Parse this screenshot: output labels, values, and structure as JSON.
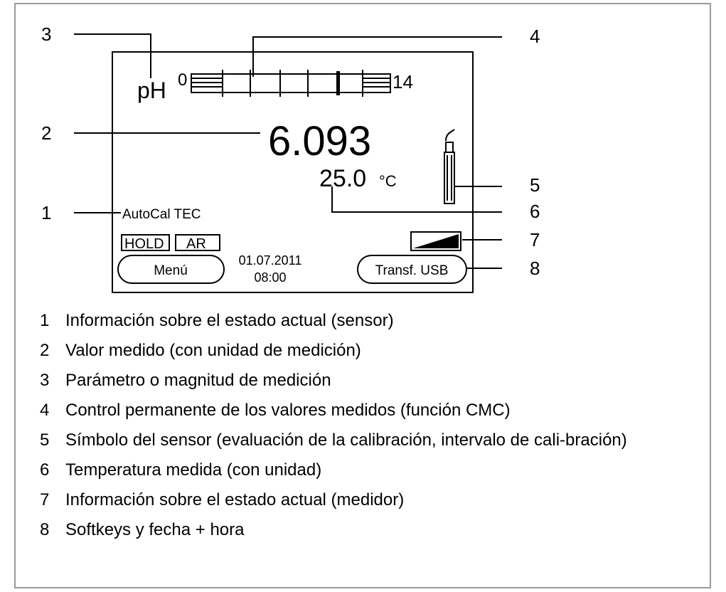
{
  "display": {
    "parameter": "pH",
    "scale_min": "0",
    "scale_max": "14",
    "measured_value": "6.093",
    "temperature_value": "25.0",
    "temperature_unit": "°C",
    "status_text": "AutoCal TEC",
    "hold_label": "HOLD",
    "ar_label": "AR",
    "softkey_left": "Menú",
    "date": "01.07.2011",
    "time": "08:00",
    "softkey_right": "Transf. USB"
  },
  "callouts": [
    "1",
    "2",
    "3",
    "4",
    "5",
    "6",
    "7",
    "8"
  ],
  "legend": [
    {
      "num": "1",
      "text": "Información sobre el estado actual (sensor)"
    },
    {
      "num": "2",
      "text": "Valor medido (con unidad de medición)"
    },
    {
      "num": "3",
      "text": "Parámetro o magnitud de medición"
    },
    {
      "num": "4",
      "text": "Control permanente de los valores medidos (función CMC)"
    },
    {
      "num": "5",
      "text": "Símbolo del sensor (evaluación de la calibración, intervalo de cali-bración)"
    },
    {
      "num": "6",
      "text": "Temperatura medida (con unidad)"
    },
    {
      "num": "7",
      "text": "Información sobre el estado actual (medidor)"
    },
    {
      "num": "8",
      "text": "Softkeys y fecha + hora"
    }
  ]
}
